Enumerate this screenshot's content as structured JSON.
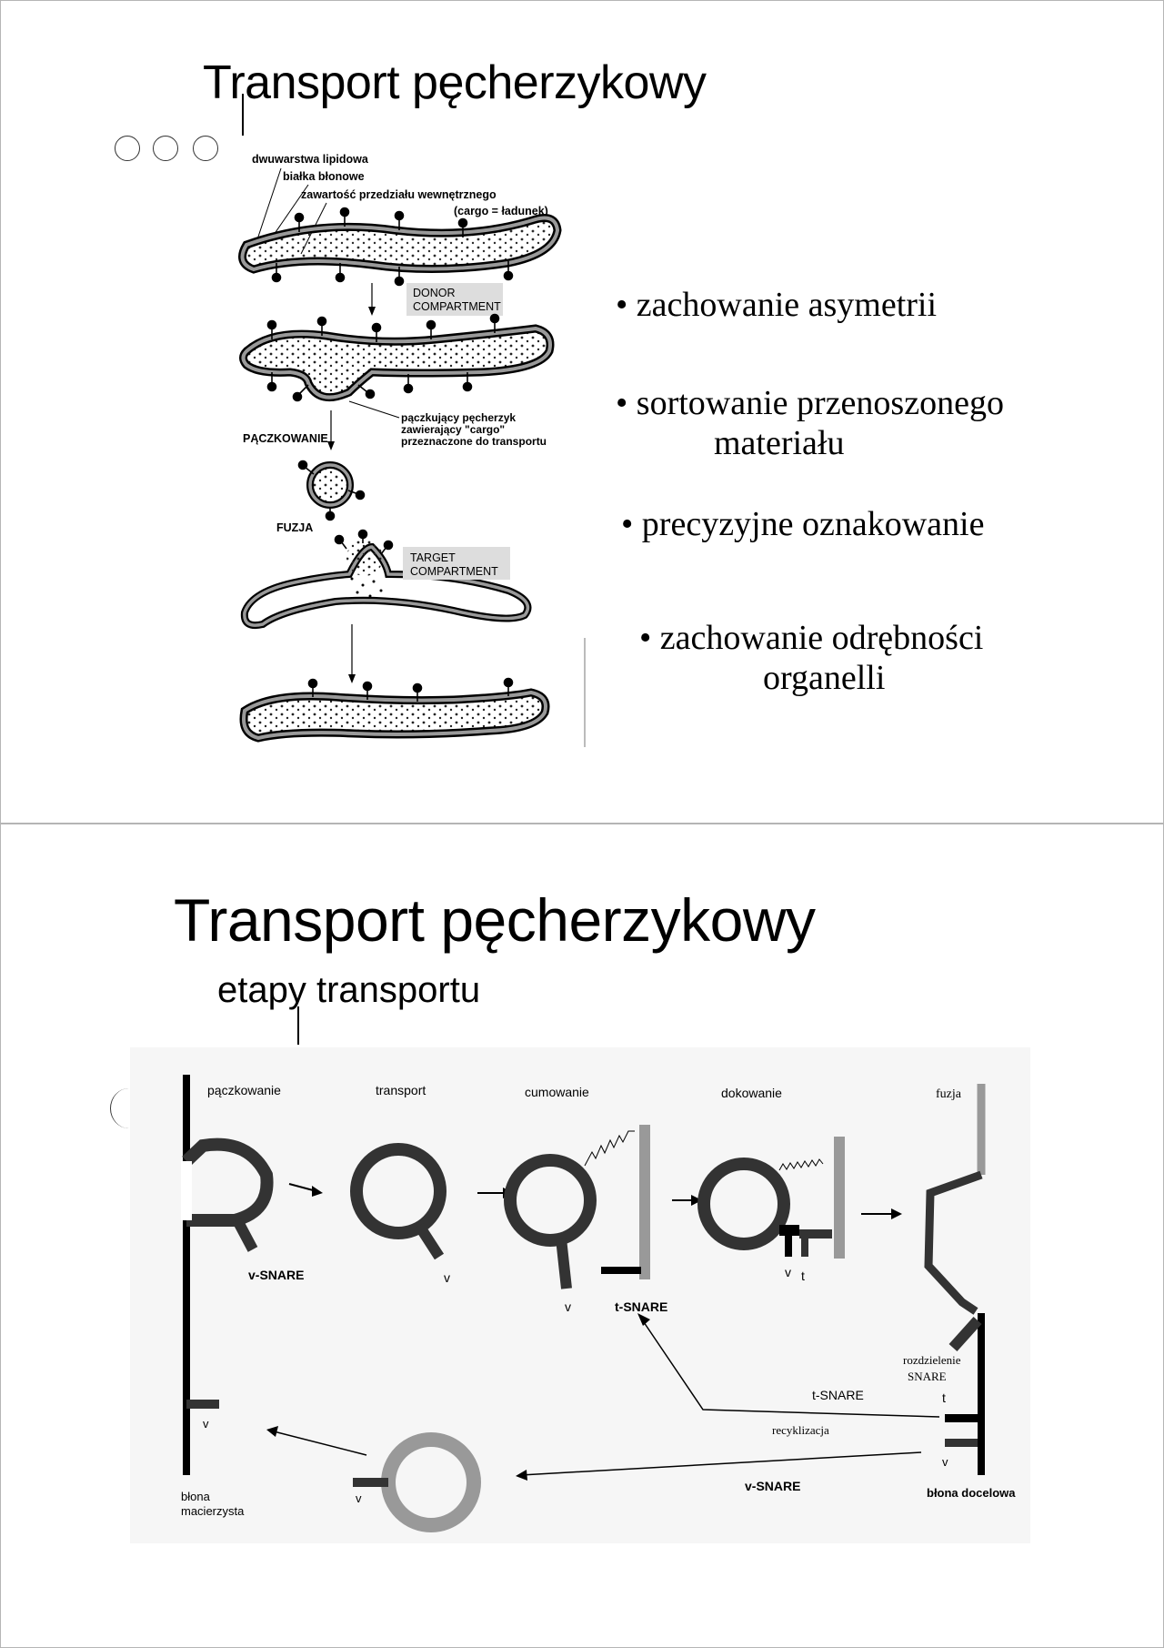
{
  "slide1": {
    "title": "Transport pęcherzykowy",
    "diagram_labels": {
      "lipid_bilayer": "dwuwarstwa lipidowa",
      "membrane_proteins": "białka błonowe",
      "contents": "zawartość przedziału wewnętrznego",
      "cargo": "(cargo = ładunek)",
      "donor": "DONOR",
      "donor2": "COMPARTMENT",
      "budding_vesicle1": "pączkujący pęcherzyk",
      "budding_vesicle2": "zawierający \"cargo\"",
      "budding_vesicle3": "przeznaczone do transportu",
      "budding": "PĄCZKOWANIE",
      "fusion": "FUZJA",
      "target": "TARGET",
      "target2": "COMPARTMENT"
    },
    "bullets": [
      {
        "text": "• zachowanie asymetrii",
        "cont": ""
      },
      {
        "text": "• sortowanie przenoszonego",
        "cont": "materiału"
      },
      {
        "text": "• precyzyjne oznakowanie",
        "cont": ""
      },
      {
        "text": "• zachowanie odrębności",
        "cont": "organelli"
      }
    ]
  },
  "slide2": {
    "title": "Transport pęcherzykowy",
    "subtitle": "etapy transportu",
    "diagram_labels": {
      "step_budding": "pączkowanie",
      "step_transport": "transport",
      "step_tethering": "cumowanie",
      "step_docking": "dokowanie",
      "step_fusion": "fuzja",
      "v_snare": "v-SNARE",
      "v": "v",
      "t": "t",
      "t_snare": "t-SNARE",
      "snare_separation1": "rozdzielenie",
      "snare_separation2": "SNARE",
      "recycling": "recyklizacja",
      "donor_membrane1": "błona",
      "donor_membrane2": "macierzysta",
      "target_membrane": "błona docelowa"
    }
  },
  "colors": {
    "slide_border": "#b5b5b5",
    "ink": "#000000",
    "membrane_gray": "#9a9a9a",
    "vesicle_dark": "#333333"
  }
}
